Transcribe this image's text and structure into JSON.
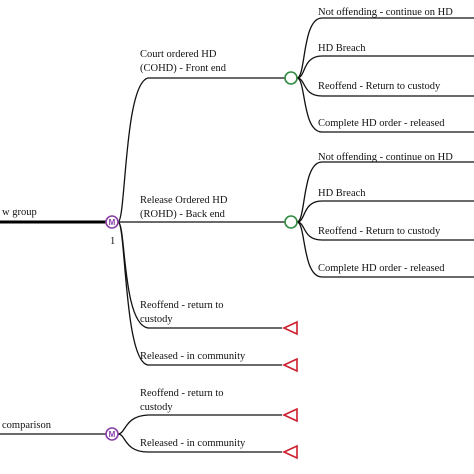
{
  "tree": {
    "root_group_label": "w group",
    "comparison_label": "comparison",
    "markov_node_label": "M",
    "markov_node_index": "1",
    "cohd": {
      "label_line1": "Court ordered HD",
      "label_line2": "(COHD) - Front end",
      "outcomes": [
        "Not offending - continue on HD",
        "HD Breach",
        "Reoffend - Return to custody",
        "Complete HD order - released"
      ]
    },
    "rohd": {
      "label_line1": "Release Ordered HD",
      "label_line2": "(ROHD) - Back end",
      "outcomes": [
        "Not offending - continue on HD",
        "HD Breach",
        "Reoffend - Return to custody",
        "Complete HD order - released"
      ]
    },
    "group_states": {
      "reoffend_line1": "Reoffend - return to",
      "reoffend_line2": "custody",
      "released": "Released - in community"
    },
    "comparison_states": {
      "reoffend_line1": "Reoffend - return to",
      "reoffend_line2": "custody",
      "released": "Released - in community"
    }
  },
  "colors": {
    "chance_node": "#2e8b3e",
    "markov_node": "#8b3fa8",
    "terminal_node": "#cc1f2d",
    "edge": "#111111"
  }
}
